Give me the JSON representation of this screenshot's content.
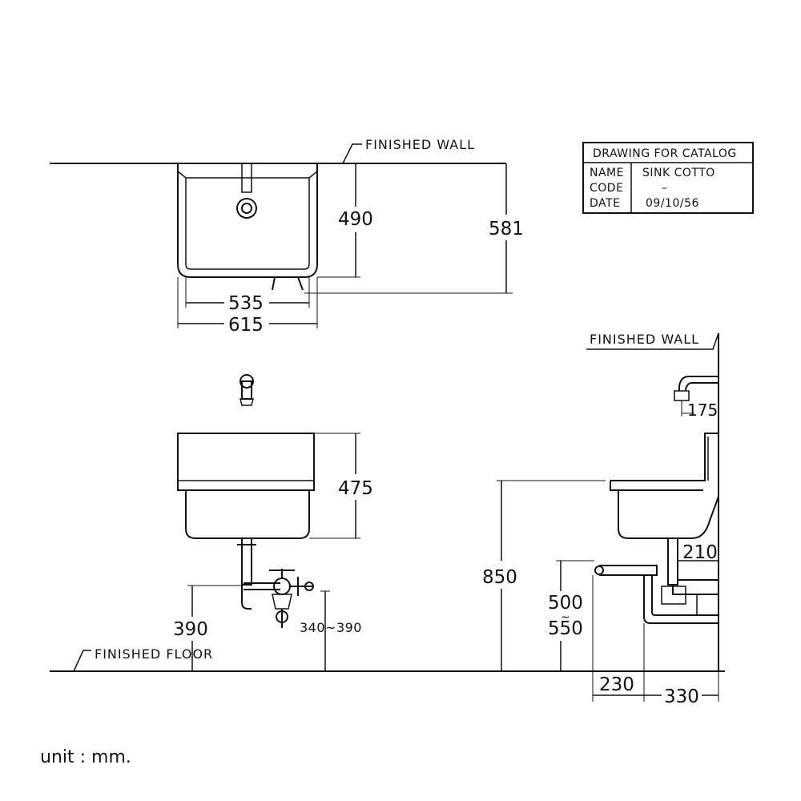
{
  "title_block": {
    "heading": "DRAWING FOR CATALOG",
    "rows": [
      {
        "key": "NAME",
        "value": "SINK COTTO"
      },
      {
        "key": "CODE",
        "value": "–"
      },
      {
        "key": "DATE",
        "value": "09/10/56"
      }
    ]
  },
  "labels": {
    "finished_wall_top": "FINISHED WALL",
    "finished_wall_side": "FINISHED WALL",
    "finished_floor": "FINISHED FLOOR"
  },
  "dimensions": {
    "top_depth_inner": "490",
    "top_depth_outer": "581",
    "top_width_inner": "535",
    "top_width_outer": "615",
    "front_height": "475",
    "front_trap_height": "390",
    "front_valve_range": "340~390",
    "side_faucet": "175",
    "side_rim_height": "850",
    "side_drain_offset": "210",
    "side_trap_low": "500",
    "side_trap_tilde": "~",
    "side_trap_high": "550",
    "side_trap_proj": "230",
    "side_depth": "330"
  },
  "unit_note": "unit : mm."
}
